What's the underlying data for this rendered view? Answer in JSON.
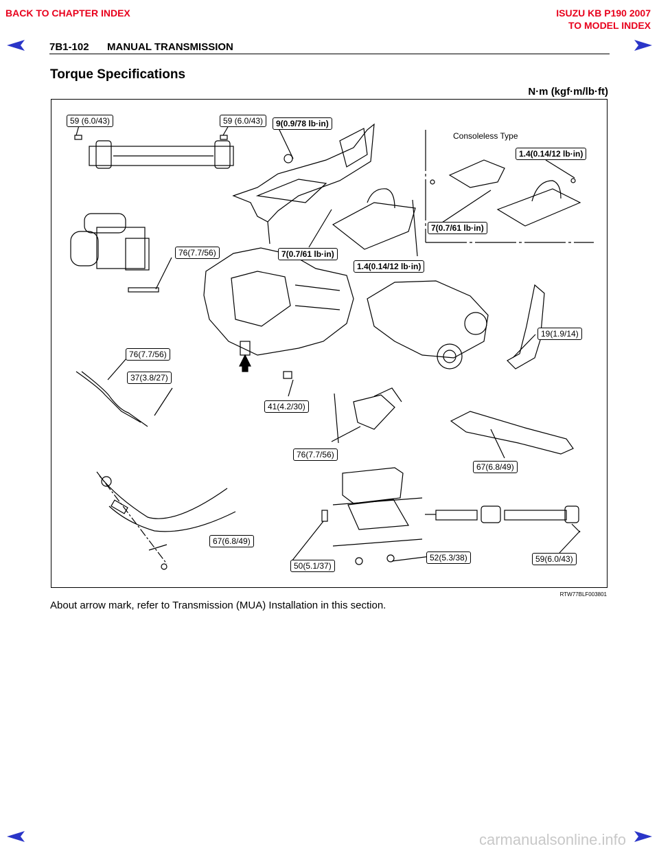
{
  "header": {
    "back_chapter": "BACK TO CHAPTER INDEX",
    "model_line1": "ISUZU KB P190 2007",
    "model_line2": "TO MODEL INDEX",
    "page_ref": "7B1-102",
    "section": "MANUAL TRANSMISSION"
  },
  "title": "Torque Specifications",
  "units": "N·m (kgf·m/lb·ft)",
  "figure": {
    "consoleless_label": "Consoleless Type",
    "callouts": {
      "c1": "59 (6.0/43)",
      "c2": "59 (6.0/43)",
      "c3": "9(0.9/78 lb·in)",
      "c4": "1.4(0.14/12 lb·in)",
      "c5": "7(0.7/61 lb·in)",
      "c6": "76(7.7/56)",
      "c7": "7(0.7/61 lb·in)",
      "c8": "1.4(0.14/12 lb·in)",
      "c9": "19(1.9/14)",
      "c10": "76(7.7/56)",
      "c11": "37(3.8/27)",
      "c12": "41(4.2/30)",
      "c13": "76(7.7/56)",
      "c14": "67(6.8/49)",
      "c15": "67(6.8/49)",
      "c16": "52(5.3/38)",
      "c17": "59(6.0/43)",
      "c18": "50(5.1/37)"
    },
    "figure_id": "RTW77BLF003801"
  },
  "note": "About arrow mark, refer to Transmission (MUA) Installation in this section.",
  "footer": {
    "watermark": "carmanualsonline.info"
  },
  "colors": {
    "link_red": "#e8001c",
    "nav_arrow": "#2a35c8"
  }
}
